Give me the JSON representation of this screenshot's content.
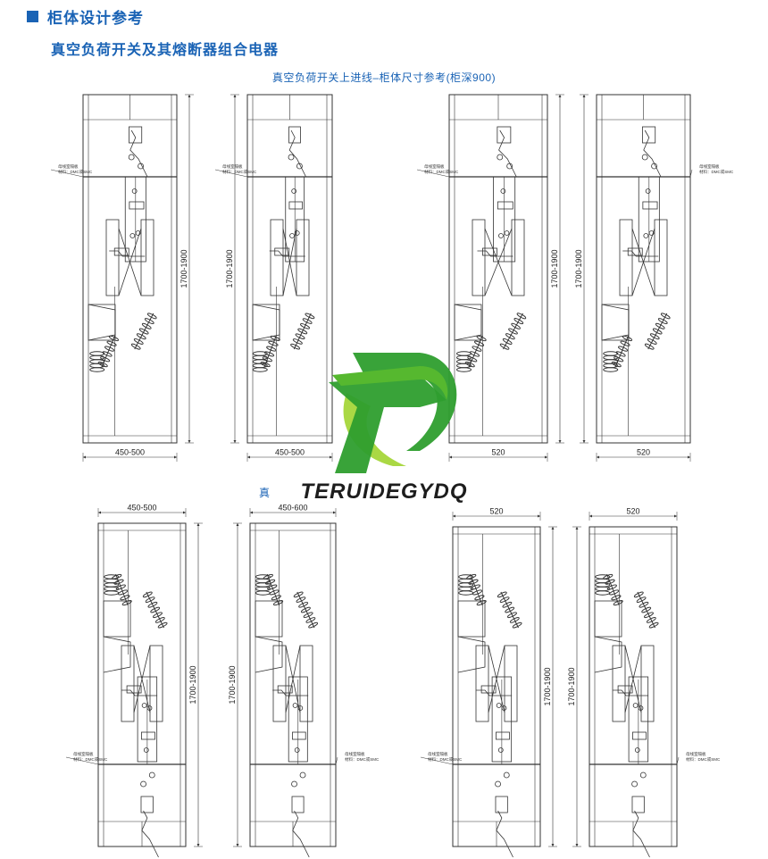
{
  "header": {
    "title": "柜体设计参考"
  },
  "subtitle": "真空负荷开关及其熔断器组合电器",
  "caption_top": "真空负荷开关上进线–柜体尺寸参考(柜深900)",
  "caption_bottom": "真",
  "watermark": {
    "text": "TERUIDEGYDQ",
    "color_green": "#2e9e2e",
    "color_dark": "#1d1d1d"
  },
  "colors": {
    "accent": "#1a63b5",
    "line": "#333333"
  },
  "cabinets_top": [
    {
      "width_label": "450-500",
      "height_label": "1700-1900",
      "note_1": "母线室隔板",
      "note_2": "材料：DMC或SMC"
    },
    {
      "width_label": "450-500",
      "height_label": "1700-1900",
      "note_1": "母线室隔板",
      "note_2": "材料：DMC或SMC"
    },
    {
      "width_label": "520",
      "height_label": "1700-1900",
      "note_1": "母线室隔板",
      "note_2": "材料：DMC或SMC"
    },
    {
      "width_label": "520",
      "height_label": "1700-1900",
      "note_1": "母线室隔板",
      "note_2": "材料：DMC或SMC"
    }
  ],
  "cabinets_bottom": [
    {
      "width_label": "450-500",
      "height_label": "1700-1900",
      "note_1": "母线室隔板",
      "note_2": "材料：DMC或SMC"
    },
    {
      "width_label": "450-600",
      "height_label": "1700-1900",
      "note_1": "母线室隔板",
      "note_2": "材料：DMC或SMC"
    },
    {
      "width_label": "520",
      "height_label": "1700-1900",
      "note_1": "母线室隔板",
      "note_2": "材料：DMC或SMC"
    },
    {
      "width_label": "520",
      "height_label": "1700-1900",
      "note_1": "母线室隔板",
      "note_2": "材料：DMC或SMC"
    }
  ]
}
